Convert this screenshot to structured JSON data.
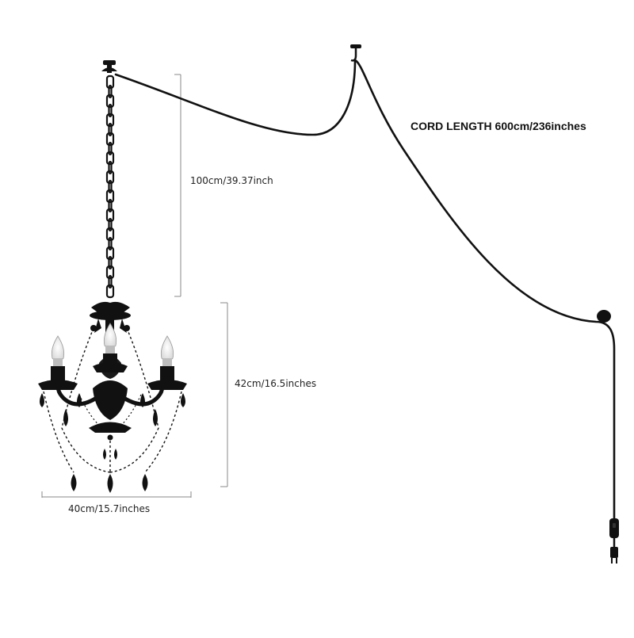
{
  "labels": {
    "cord_length": "CORD LENGTH 600cm/236inches",
    "chain_length": "100cm/39.37inch",
    "fixture_height": "42cm/16.5inches",
    "fixture_width": "40cm/15.7inches"
  },
  "colors": {
    "product": "#111111",
    "dimension_line": "#888888",
    "bulb_glass": "#f2f2f2",
    "text": "#222222"
  },
  "icons": [
    "ceiling-canopy-icon",
    "swag-hook-icon",
    "chandelier-icon",
    "inline-switch-icon",
    "plug-icon"
  ]
}
